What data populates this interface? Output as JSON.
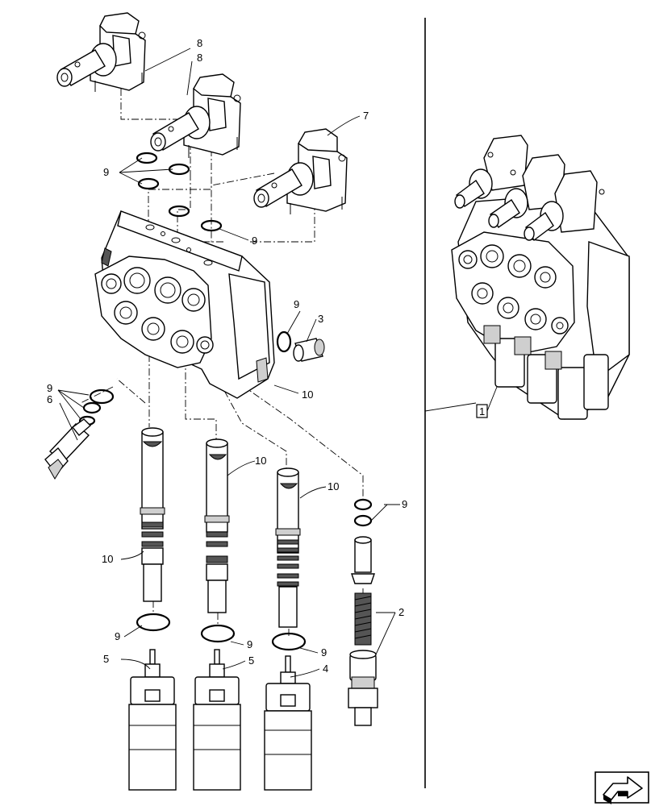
{
  "callouts": {
    "c8a": "8",
    "c8b": "8",
    "c7": "7",
    "c9_top": "9",
    "c9_mid": "9",
    "c9_right": "9",
    "c3": "3",
    "c10_body": "10",
    "c9_left": "9",
    "c6": "6",
    "c10_spool_b": "10",
    "c10_spool_c": "10",
    "c10_spool_a": "10",
    "c9_kit": "9",
    "c2": "2",
    "c9_bottom_a": "9",
    "c9_bottom_b": "9",
    "c9_bottom_c": "9",
    "c5_a": "5",
    "c5_b": "5",
    "c4": "4",
    "c1": "1"
  },
  "icons": {
    "nav": "next-page-arrow-icon"
  }
}
